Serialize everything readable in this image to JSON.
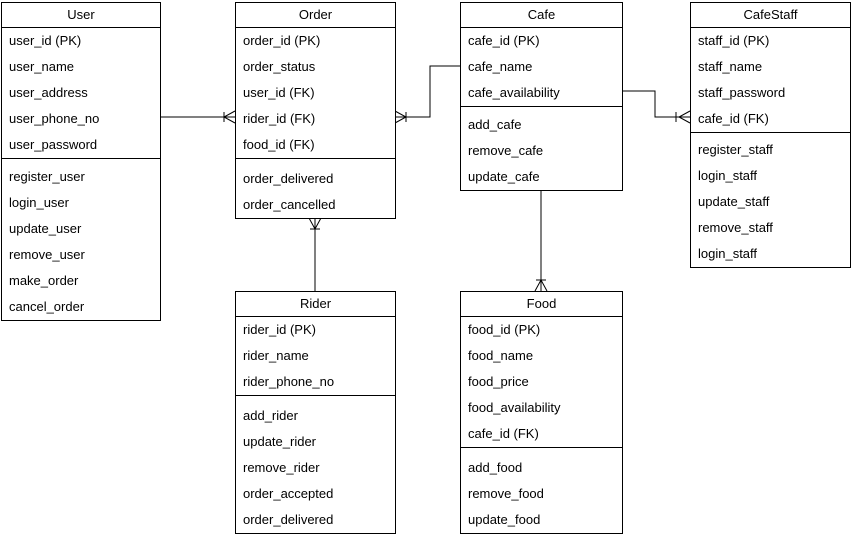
{
  "diagram": {
    "background_color": "#ffffff",
    "line_color": "#000000",
    "text_color": "#000000",
    "entities": [
      {
        "title": "User",
        "attributes": [
          "user_id (PK)",
          "user_name",
          "user_address",
          "user_phone_no",
          "user_password"
        ],
        "methods": [
          "register_user",
          "login_user",
          "update_user",
          "remove_user",
          "make_order",
          "cancel_order"
        ]
      },
      {
        "title": "Order",
        "attributes": [
          "order_id (PK)",
          "order_status",
          "user_id (FK)",
          "rider_id (FK)",
          "food_id (FK)"
        ],
        "methods": [
          "order_delivered",
          "order_cancelled"
        ]
      },
      {
        "title": "Cafe",
        "attributes": [
          "cafe_id (PK)",
          "cafe_name",
          "cafe_availability"
        ],
        "methods": [
          "add_cafe",
          "remove_cafe",
          "update_cafe"
        ]
      },
      {
        "title": "CafeStaff",
        "attributes": [
          "staff_id (PK)",
          "staff_name",
          "staff_password",
          "cafe_id (FK)"
        ],
        "methods": [
          "register_staff",
          "login_staff",
          "update_staff",
          "remove_staff",
          "login_staff"
        ]
      },
      {
        "title": "Rider",
        "attributes": [
          "rider_id (PK)",
          "rider_name",
          "rider_phone_no"
        ],
        "methods": [
          "add_rider",
          "update_rider",
          "remove_rider",
          "order_accepted",
          "order_delivered"
        ]
      },
      {
        "title": "Food",
        "attributes": [
          "food_id (PK)",
          "food_name",
          "food_price",
          "food_availability",
          "cafe_id (FK)"
        ],
        "methods": [
          "add_food",
          "remove_food",
          "update_food"
        ]
      }
    ],
    "relationships": [
      {
        "from": "User",
        "to": "Order",
        "cardinality": "one-to-many",
        "many_at": "Order"
      },
      {
        "from": "Cafe",
        "to": "Order",
        "cardinality": "one-to-many",
        "many_at": "Order"
      },
      {
        "from": "Cafe",
        "to": "CafeStaff",
        "cardinality": "one-to-many",
        "many_at": "CafeStaff"
      },
      {
        "from": "Rider",
        "to": "Order",
        "cardinality": "one-to-many",
        "many_at": "Order"
      },
      {
        "from": "Cafe",
        "to": "Food",
        "cardinality": "one-to-many",
        "many_at": "Food"
      }
    ]
  }
}
